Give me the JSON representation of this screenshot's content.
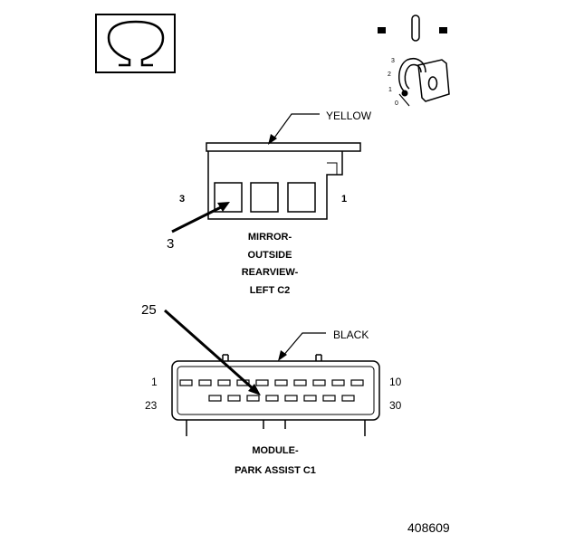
{
  "connector_c2": {
    "wire_color": "YELLOW",
    "pin_left_label": "3",
    "pin_right_label": "1",
    "callout_pin": "3",
    "name_lines": [
      "MIRROR-",
      "OUTSIDE",
      "REARVIEW-",
      "LEFT C2"
    ]
  },
  "connector_c1": {
    "wire_color": "BLACK",
    "row1_start": "1",
    "row1_end": "10",
    "row2_start": "23",
    "row2_end": "30",
    "callout_pin": "25",
    "name_lines": [
      "MODULE-",
      "PARK ASSIST C1"
    ]
  },
  "ignition_positions": [
    "3",
    "2",
    "1",
    "0"
  ],
  "figure_number": "408609"
}
